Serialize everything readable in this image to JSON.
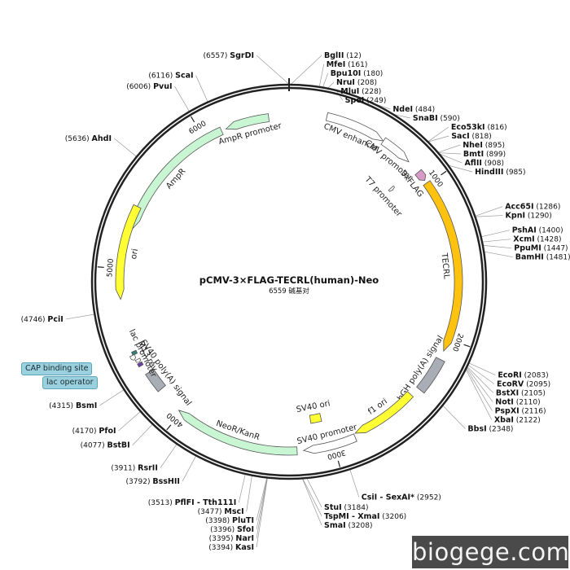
{
  "plasmid": {
    "title": "pCMV-3×FLAG-TECRL(human)-Neo",
    "size_text": "6559 碱基对",
    "length": 6559
  },
  "sites": [
    {
      "name": "SgrDI",
      "pos": "6557",
      "bp": 6557,
      "star": false
    },
    {
      "name": "BglII",
      "pos": "12",
      "bp": 12,
      "star": false
    },
    {
      "name": "MfeI",
      "pos": "161",
      "bp": 161,
      "star": false
    },
    {
      "name": "Bpu10I",
      "pos": "180",
      "bp": 180,
      "star": false
    },
    {
      "name": "NruI",
      "pos": "208",
      "bp": 208,
      "star": false
    },
    {
      "name": "MluI",
      "pos": "228",
      "bp": 228,
      "star": false
    },
    {
      "name": "SpeI",
      "pos": "249",
      "bp": 249,
      "star": false
    },
    {
      "name": "NdeI",
      "pos": "484",
      "bp": 484,
      "star": false
    },
    {
      "name": "SnaBI",
      "pos": "590",
      "bp": 590,
      "star": false
    },
    {
      "name": "Eco53kI",
      "pos": "816",
      "bp": 816,
      "star": false
    },
    {
      "name": "SacI",
      "pos": "818",
      "bp": 818,
      "star": false
    },
    {
      "name": "NheI",
      "pos": "895",
      "bp": 895,
      "star": false
    },
    {
      "name": "BmtI",
      "pos": "899",
      "bp": 899,
      "star": false
    },
    {
      "name": "AflII",
      "pos": "908",
      "bp": 908,
      "star": false
    },
    {
      "name": "HindIII",
      "pos": "985",
      "bp": 985,
      "star": false
    },
    {
      "name": "Acc65I",
      "pos": "1286",
      "bp": 1286,
      "star": false
    },
    {
      "name": "KpnI",
      "pos": "1290",
      "bp": 1290,
      "star": false
    },
    {
      "name": "PshAI",
      "pos": "1400",
      "bp": 1400,
      "star": false
    },
    {
      "name": "XcmI",
      "pos": "1428",
      "bp": 1428,
      "star": false
    },
    {
      "name": "PpuMI",
      "pos": "1447",
      "bp": 1447,
      "star": false
    },
    {
      "name": "BamHI",
      "pos": "1481",
      "bp": 1481,
      "star": false
    },
    {
      "name": "EcoRI",
      "pos": "2083",
      "bp": 2083,
      "star": false
    },
    {
      "name": "EcoRV",
      "pos": "2095",
      "bp": 2095,
      "star": false
    },
    {
      "name": "BstXI",
      "pos": "2105",
      "bp": 2105,
      "star": false
    },
    {
      "name": "NotI",
      "pos": "2110",
      "bp": 2110,
      "star": false
    },
    {
      "name": "PspXI",
      "pos": "2116",
      "bp": 2116,
      "star": false
    },
    {
      "name": "XbaI",
      "pos": "2122",
      "bp": 2122,
      "star": false
    },
    {
      "name": "BbsI",
      "pos": "2348",
      "bp": 2348,
      "star": false
    },
    {
      "name": "CsiI - SexAI*",
      "pos": "2952",
      "bp": 2952,
      "star": true
    },
    {
      "name": "StuI",
      "pos": "3184",
      "bp": 3184,
      "star": false
    },
    {
      "name": "TspMI - XmaI",
      "pos": "3206",
      "bp": 3206,
      "star": false
    },
    {
      "name": "SmaI",
      "pos": "3208",
      "bp": 3208,
      "star": false
    },
    {
      "name": "KasI",
      "pos": "3394",
      "bp": 3394,
      "star": false
    },
    {
      "name": "NarI",
      "pos": "3395",
      "bp": 3395,
      "star": false
    },
    {
      "name": "SfoI",
      "pos": "3396",
      "bp": 3396,
      "star": false
    },
    {
      "name": "PluTI",
      "pos": "3398",
      "bp": 3398,
      "star": false
    },
    {
      "name": "MscI",
      "pos": "3477",
      "bp": 3477,
      "star": false
    },
    {
      "name": "PflFI - Tth111I",
      "pos": "3513",
      "bp": 3513,
      "star": false
    },
    {
      "name": "BssHII",
      "pos": "3792",
      "bp": 3792,
      "star": false
    },
    {
      "name": "RsrII",
      "pos": "3911",
      "bp": 3911,
      "star": false
    },
    {
      "name": "BstBI",
      "pos": "4077",
      "bp": 4077,
      "star": false
    },
    {
      "name": "PfoI",
      "pos": "4170",
      "bp": 4170,
      "star": false
    },
    {
      "name": "BsmI",
      "pos": "4315",
      "bp": 4315,
      "star": false
    },
    {
      "name": "PciI",
      "pos": "4746",
      "bp": 4746,
      "star": false
    },
    {
      "name": "AhdI",
      "pos": "5636",
      "bp": 5636,
      "star": false
    },
    {
      "name": "PvuI",
      "pos": "6006",
      "bp": 6006,
      "star": false
    },
    {
      "name": "ScaI",
      "pos": "6116",
      "bp": 6116,
      "star": false
    }
  ],
  "ticks": [
    "1000",
    "2000",
    "3000",
    "4000",
    "5000",
    "6000"
  ],
  "features": [
    {
      "key": "ampr-promoter",
      "label": "AmpR promoter",
      "start": 6150,
      "end": 6430,
      "strand": -1,
      "color": "#c8f5d2"
    },
    {
      "key": "ampr",
      "label": "AmpR",
      "start": 5260,
      "end": 6120,
      "strand": -1,
      "color": "#c8f5d2"
    },
    {
      "key": "cmv-enhancer",
      "label": "CMV enhancer",
      "start": 235,
      "end": 615,
      "strand": 1,
      "color": "#ffffff"
    },
    {
      "key": "cmv-promoter",
      "label": "CMV promoter",
      "start": 616,
      "end": 819,
      "strand": 1,
      "color": "#ffffff"
    },
    {
      "key": "t7-promoter",
      "label": "T7 promoter",
      "start": 864,
      "end": 883,
      "strand": 1,
      "color": "#ffffff"
    },
    {
      "key": "flag",
      "label": "3xFLAG",
      "start": 905,
      "end": 970,
      "strand": 1,
      "color": "#d89bc8"
    },
    {
      "key": "tecrl",
      "label": "TECRL",
      "start": 990,
      "end": 2080,
      "strand": 1,
      "color": "#ffc20e"
    },
    {
      "key": "bgh",
      "label": "bGH poly(A) signal",
      "start": 2135,
      "end": 2360,
      "strand": 0,
      "color": "#a9adb6"
    },
    {
      "key": "f1-ori",
      "label": "f1 ori",
      "start": 2420,
      "end": 2850,
      "strand": 1,
      "color": "#ffff33"
    },
    {
      "key": "sv40-promoter",
      "label": "SV40 promoter",
      "start": 2860,
      "end": 3190,
      "strand": 1,
      "color": "#ffffff"
    },
    {
      "key": "neor",
      "label": "NeoR/KanR",
      "start": 3230,
      "end": 4020,
      "strand": 1,
      "color": "#c8f5d2"
    },
    {
      "key": "sv40-polya",
      "label": "SV40 poly(A) signal",
      "start": 4190,
      "end": 4320,
      "strand": 0,
      "color": "#a9adb6"
    },
    {
      "key": "lac-operator",
      "label": "",
      "start": 4380,
      "end": 4400,
      "strand": 0,
      "color": "#6a3daa"
    },
    {
      "key": "m13-rev",
      "label": "M13 rev",
      "start": 4405,
      "end": 4425,
      "strand": -1,
      "color": "#ffffff"
    },
    {
      "key": "cap-site",
      "label": "",
      "start": 4460,
      "end": 4480,
      "strand": 0,
      "color": "#2f7f7f"
    },
    {
      "key": "lac-promoter",
      "label": "lac promoter",
      "start": 4430,
      "end": 4460,
      "strand": -1,
      "color": "#ffffff"
    },
    {
      "key": "ori",
      "label": "ori",
      "start": 4810,
      "end": 5400,
      "strand": -1,
      "color": "#ffff33"
    },
    {
      "key": "sv40-ori",
      "label": "SV40 ori",
      "start": 3040,
      "end": 3120,
      "strand": 0,
      "color": "#ffff33"
    }
  ],
  "badges": {
    "cap": "CAP binding site",
    "lac_operator": "lac operator"
  },
  "watermark": "biogege.com"
}
